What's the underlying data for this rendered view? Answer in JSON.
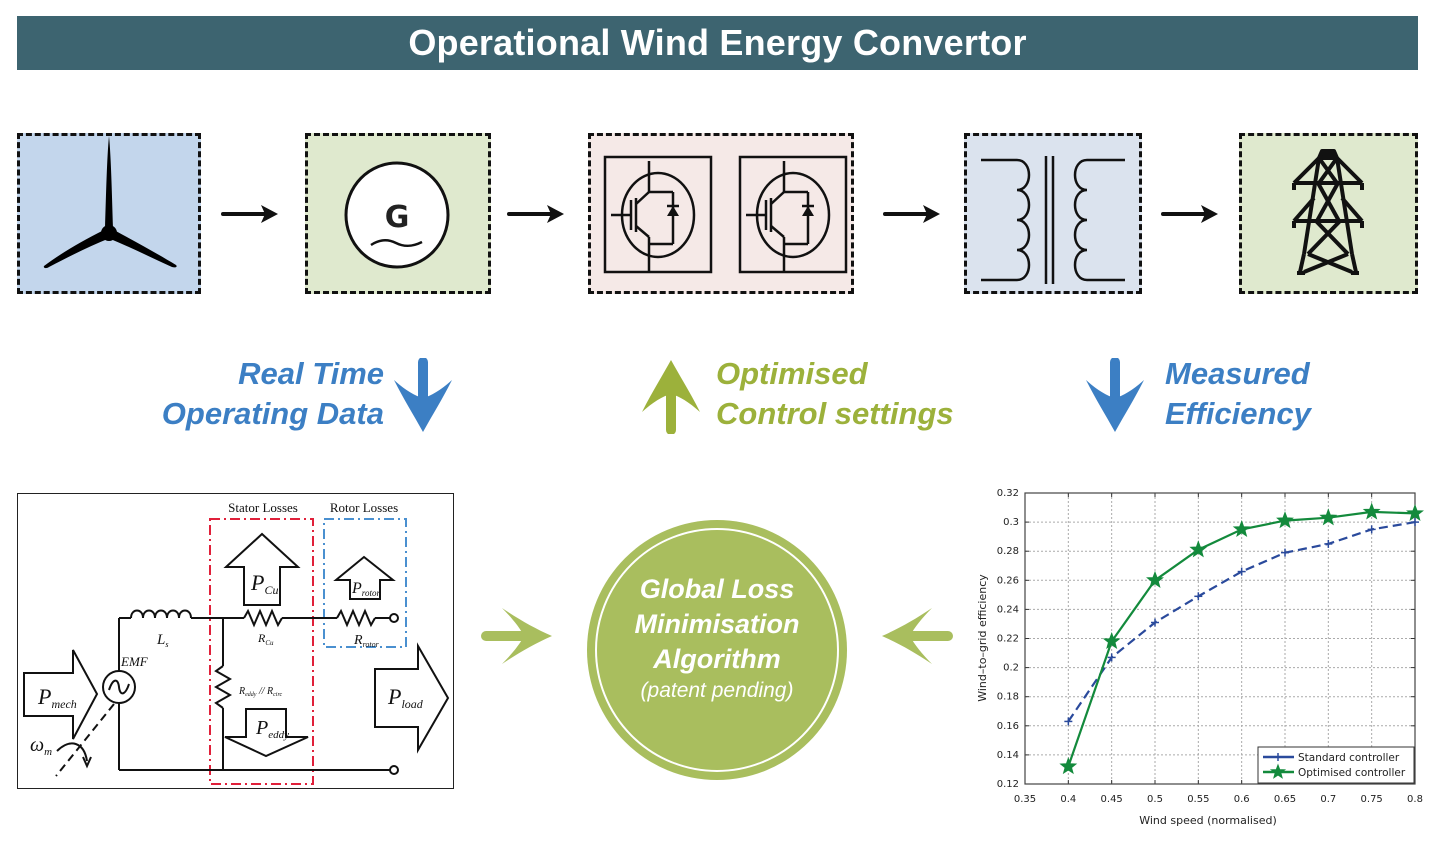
{
  "title": "Operational Wind Energy Convertor",
  "pipeline": {
    "blocks": [
      {
        "id": "turbine",
        "icon": "wind-turbine-icon",
        "color": "#c3d6ec"
      },
      {
        "id": "generator",
        "icon": "generator-icon",
        "symbol": "G",
        "color": "#dfe9ce"
      },
      {
        "id": "converter",
        "icon": "igbt-converter-icon",
        "color": "#f5e9e7"
      },
      {
        "id": "transformer",
        "icon": "transformer-icon",
        "color": "#dbe3ee"
      },
      {
        "id": "grid",
        "icon": "pylon-icon",
        "color": "#dfe9ce"
      }
    ]
  },
  "flow_labels": {
    "realtime": {
      "line1": "Real Time",
      "line2": "Operating Data",
      "direction": "down",
      "color": "#3c7fc4"
    },
    "optimised": {
      "line1": "Optimised",
      "line2": "Control settings",
      "direction": "up",
      "color": "#9cb13b"
    },
    "measured": {
      "line1": "Measured",
      "line2": "Efficiency",
      "direction": "down",
      "color": "#3c7fc4"
    }
  },
  "algorithm": {
    "line1": "Global Loss",
    "line2": "Minimisation",
    "line3": "Algorithm",
    "note": "(patent pending)",
    "color": "#a9be5e"
  },
  "circuit": {
    "stator_label": "Stator Losses",
    "rotor_label": "Rotor Losses",
    "p_mech": {
      "main": "P",
      "sub": "mech"
    },
    "p_cu": {
      "main": "P",
      "sub": "Cu"
    },
    "p_rotor": {
      "main": "P",
      "sub": "rotor"
    },
    "p_eddy": {
      "main": "P",
      "sub": "eddy"
    },
    "p_load": {
      "main": "P",
      "sub": "load"
    },
    "emf": "EMF",
    "ls": {
      "main": "L",
      "sub": "s"
    },
    "rcu": {
      "main": "R",
      "sub": "Cu"
    },
    "rrotor": {
      "main": "R",
      "sub": "rotor"
    },
    "reddy": {
      "main": "R",
      "sub": "eddy",
      "mid": " // R",
      "sub2": "circ"
    },
    "omega": {
      "main": "ω",
      "sub": "m"
    },
    "stator_color": "#e0203a",
    "rotor_color": "#4a90d0"
  },
  "chart_data": {
    "type": "line",
    "title": "",
    "xlabel": "Wind speed (normalised)",
    "ylabel": "Wind–to–grid efficiency",
    "xlim": [
      0.35,
      0.8
    ],
    "ylim": [
      0.12,
      0.32
    ],
    "xticks": [
      "0.35",
      "0.4",
      "0.45",
      "0.5",
      "0.55",
      "0.6",
      "0.65",
      "0.7",
      "0.75",
      "0.8"
    ],
    "yticks": [
      "0.12",
      "0.14",
      "0.16",
      "0.18",
      "0.2",
      "0.22",
      "0.24",
      "0.26",
      "0.28",
      "0.3",
      "0.32"
    ],
    "grid": true,
    "legend_position": "bottom-right",
    "x": [
      0.4,
      0.45,
      0.5,
      0.55,
      0.6,
      0.65,
      0.7,
      0.75,
      0.8
    ],
    "series": [
      {
        "name": "Standard controller",
        "color": "#2a4a9c",
        "style": "dashed",
        "marker": "plus",
        "values": [
          0.163,
          0.207,
          0.231,
          0.249,
          0.266,
          0.279,
          0.285,
          0.295,
          0.3
        ]
      },
      {
        "name": "Optimised controller",
        "color": "#138a3c",
        "style": "solid",
        "marker": "star",
        "values": [
          0.132,
          0.218,
          0.26,
          0.281,
          0.295,
          0.301,
          0.303,
          0.307,
          0.306
        ]
      }
    ]
  }
}
